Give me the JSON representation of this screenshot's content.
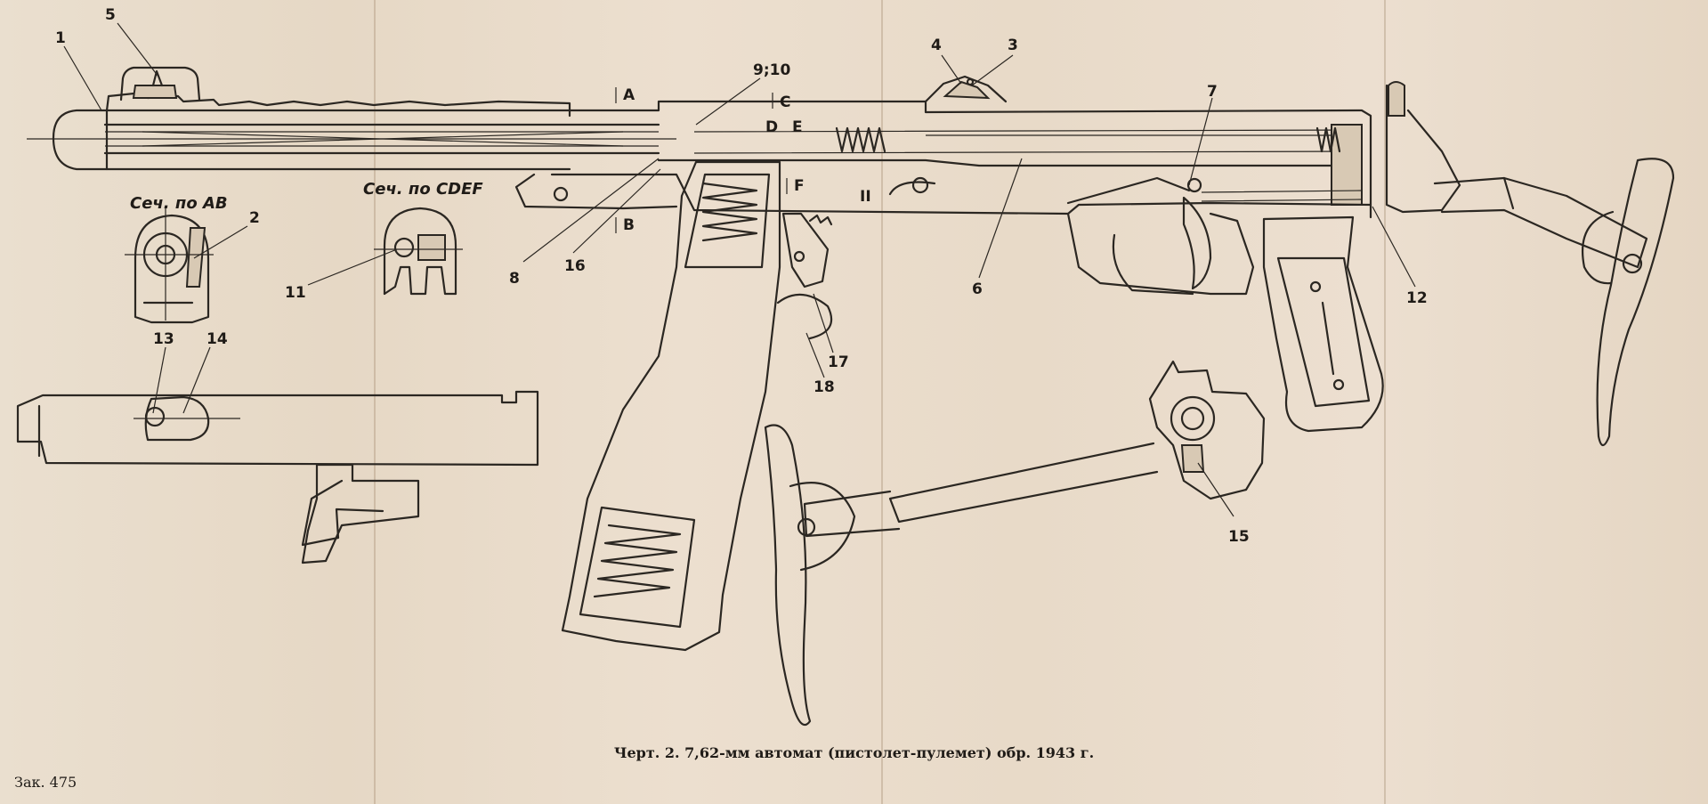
{
  "caption": "Черт. 2. 7,62-мм автомат (пистолет-пулемет) обр. 1943 г.",
  "order_number": "Зак. 475",
  "section_labels": {
    "ab": "Сеч. по AB",
    "cdef": "Сеч. по CDEF"
  },
  "section_letters": {
    "a": "A",
    "b": "B",
    "c": "C",
    "d": "D",
    "e": "E",
    "f": "F",
    "roman": "II"
  },
  "part_numbers": {
    "n1": "1",
    "n2": "2",
    "n3": "3",
    "n4": "4",
    "n5": "5",
    "n6": "6",
    "n7": "7",
    "n8": "8",
    "n9_10": "9;10",
    "n11": "11",
    "n12": "12",
    "n13": "13",
    "n14": "14",
    "n15": "15",
    "n16": "16",
    "n17": "17",
    "n18": "18"
  }
}
